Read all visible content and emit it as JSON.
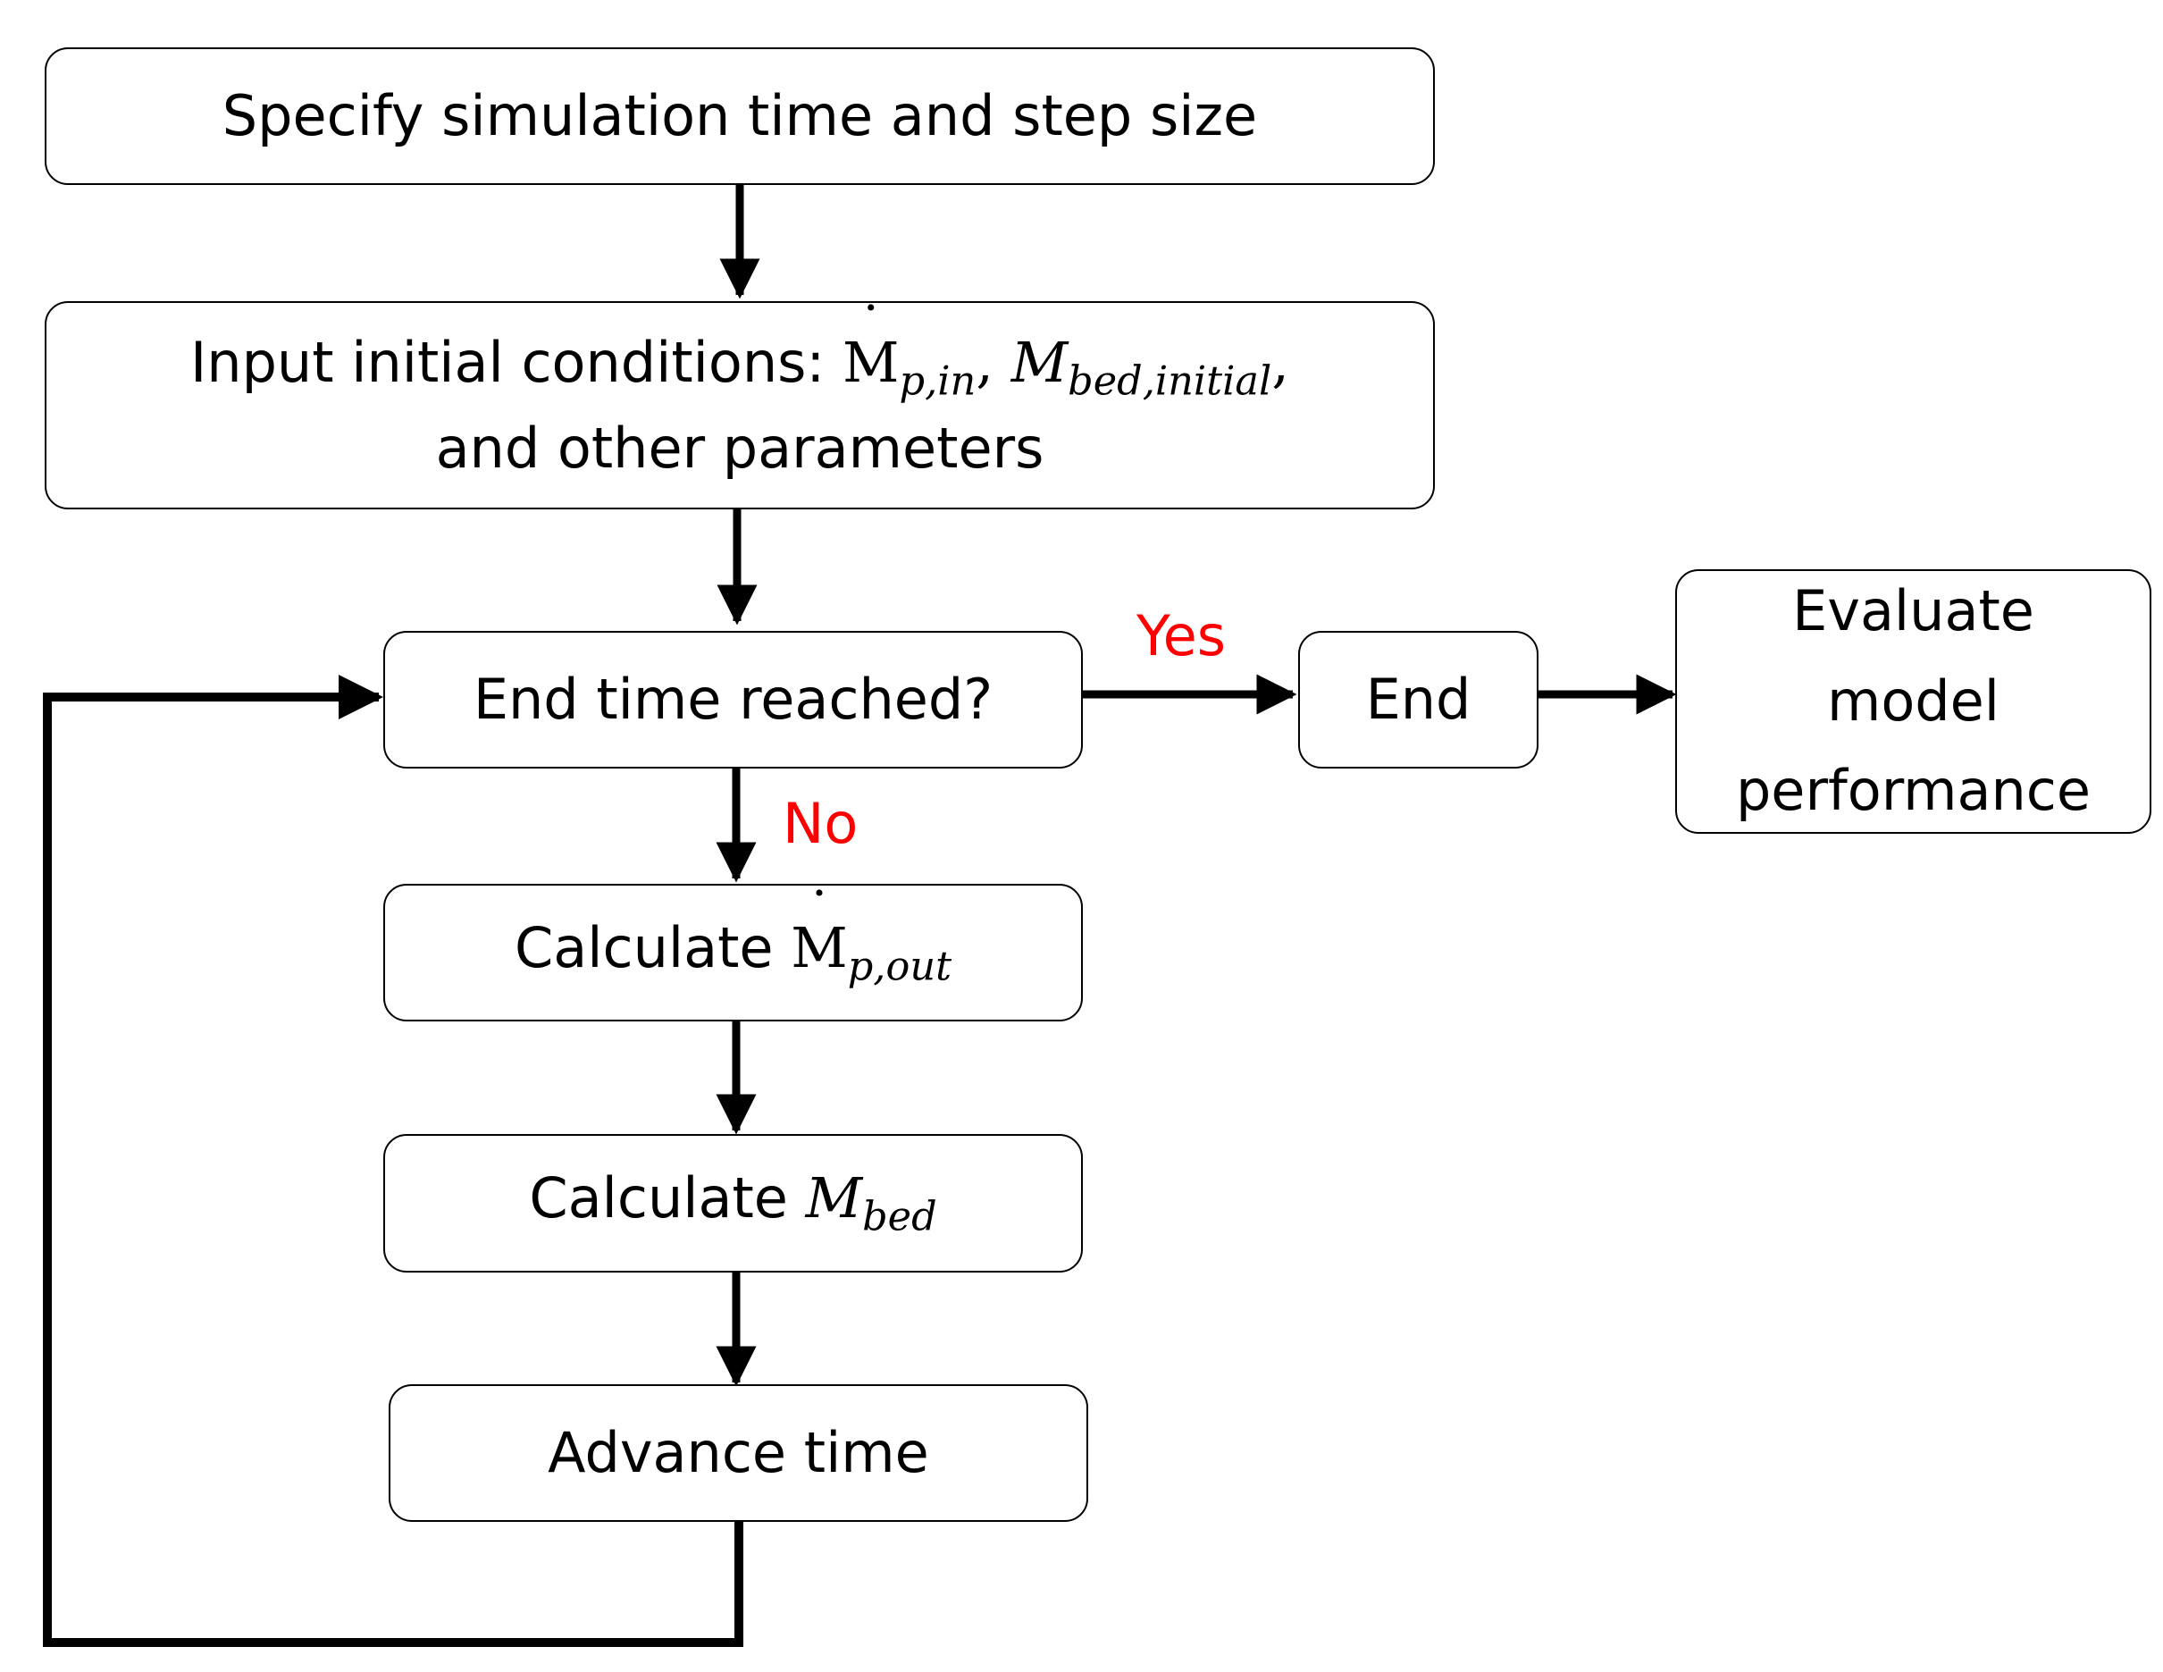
{
  "colors": {
    "stroke": "#000000",
    "branch_label": "#ff0000",
    "box_fill": "#ffffff"
  },
  "nodes": {
    "specify": {
      "text": "Specify simulation time and step size"
    },
    "input": {
      "prefix": "Input initial conditions: ",
      "mdot_symbol": "M",
      "mdot_sub": "p,in",
      "sep": ", ",
      "mbed_symbol": "M",
      "mbed_sub": "bed,initial",
      "trail": ",",
      "line2": "and other parameters"
    },
    "decision": {
      "text": "End time reached?"
    },
    "end": {
      "text": "End"
    },
    "evaluate": {
      "lines": [
        "Evaluate",
        "model",
        "performance"
      ]
    },
    "calc_out": {
      "prefix": "Calculate ",
      "symbol": "M",
      "sub": "p,out"
    },
    "calc_bed": {
      "prefix": "Calculate ",
      "symbol": "M",
      "sub": "bed"
    },
    "advance": {
      "text": "Advance time"
    }
  },
  "branches": {
    "yes": "Yes",
    "no": "No"
  }
}
